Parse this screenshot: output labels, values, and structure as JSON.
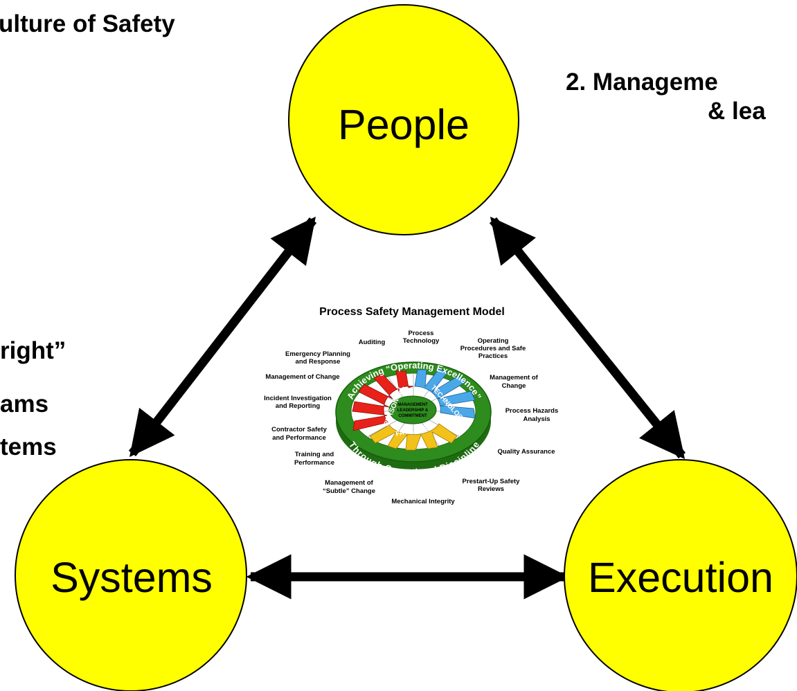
{
  "corner_texts": {
    "top_left": "ulture of Safety",
    "top_right_line1": "2. Manageme",
    "top_right_line2": "& lea",
    "left_line1": "right”",
    "left_line2": "ams",
    "left_line3": "tems"
  },
  "nodes": {
    "people": "People",
    "systems": "Systems",
    "execution": "Execution"
  },
  "colors": {
    "node_fill": "#ffff00",
    "arrow": "#000000",
    "ring_green": "#2e8b1e",
    "personnel_red": "#e8221a",
    "technology_blue": "#4aa8e8",
    "facilities_yellow": "#f2c21a"
  },
  "psm_model": {
    "title": "Process Safety Management Model",
    "ring_top": "Achieving “Operating Excellence”",
    "ring_bottom": "Through Operational Discipline",
    "segments": {
      "personnel": "PERSONNEL",
      "technology": "TECHNOLOGY",
      "facilities": "FACILITIES"
    },
    "core": [
      "MANAGEMENT",
      "LEADERSHIP &",
      "COMMITMENT"
    ],
    "elements": {
      "auditing": "Auditing",
      "process_technology": [
        "Process",
        "Technology"
      ],
      "operating_procedures": [
        "Operating",
        "Procedures and Safe",
        "Practices"
      ],
      "emergency_planning": [
        "Emergency Planning",
        "and Response"
      ],
      "management_of_change_left": "Management of Change",
      "management_of_change_right": [
        "Management of",
        "Change"
      ],
      "incident_investigation": [
        "Incident Investigation",
        "and Reporting"
      ],
      "process_hazards": [
        "Process Hazards",
        "Analysis"
      ],
      "contractor_safety": [
        "Contractor Safety",
        "and Performance"
      ],
      "quality_assurance": "Quality Assurance",
      "training": [
        "Training and",
        "Performance"
      ],
      "prestart_up": [
        "Prestart-Up Safety",
        "Reviews"
      ],
      "subtle_change": [
        "Management of",
        "“Subtle” Change"
      ],
      "mechanical_integrity": "Mechanical Integrity"
    }
  }
}
